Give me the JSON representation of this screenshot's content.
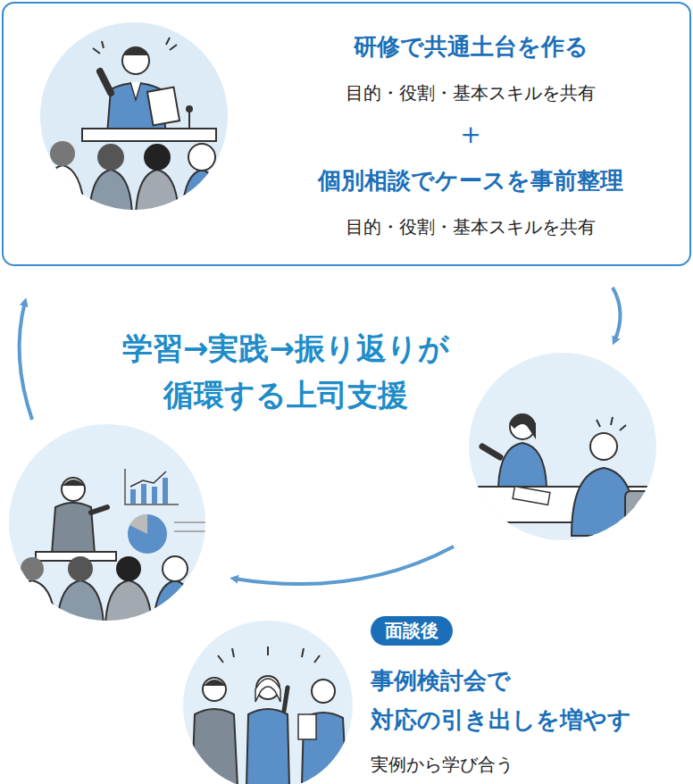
{
  "diagram": {
    "title": "学習→実践→振り返りが 循環する上司支援",
    "nodes": [
      {
        "text": [
          "研修で共通土台を作る",
          "目的・役割・基本スキルを共有",
          "＋",
          "個別相談でケースを事前整理",
          "目的・役割・基本スキルを共有"
        ]
      },
      {
        "text": [
          "面談後"
        ]
      }
    ],
    "labels": [
      "事例検討会で 対応の引き出しを増やす",
      "実例から学び合う"
    ]
  }
}
